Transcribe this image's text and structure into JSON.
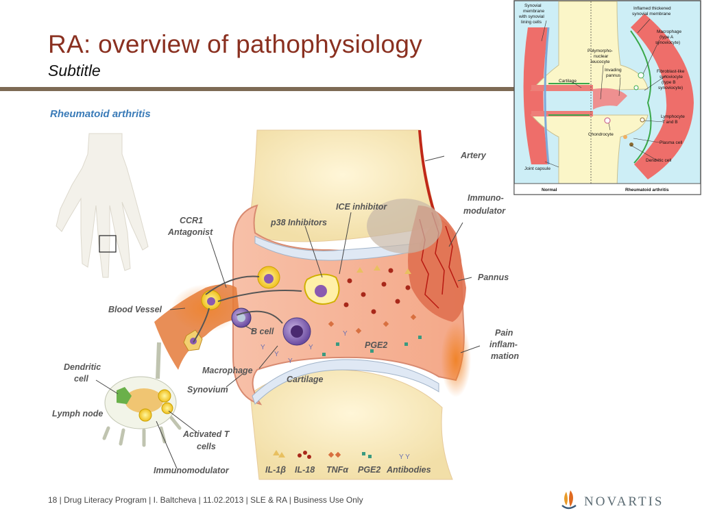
{
  "slide": {
    "title": "RA: overview of pathophysiology",
    "subtitle": "Subtitle"
  },
  "main_figure": {
    "heading": "Rheumatoid arthritis",
    "labels": {
      "artery": "Artery",
      "ice_inhibitor": "ICE inhibitor",
      "p38_inhibitors": "p38 Inhibitors",
      "ccr1_line1": "CCR1",
      "ccr1_line2": "Antagonist",
      "immuno_line1": "Immuno-",
      "immuno_line2": "modulator",
      "pannus": "Pannus",
      "blood_vessel": "Blood Vessel",
      "b_cell": "B cell",
      "pge2": "PGE2",
      "pain_line1": "Pain",
      "pain_line2": "inflam-",
      "pain_line3": "mation",
      "dendritic_line1": "Dendritic",
      "dendritic_line2": "cell",
      "macrophage": "Macrophage",
      "cartilage": "Cartilage",
      "synovium": "Synovium",
      "lymph_node": "Lymph node",
      "activated_line1": "Activated T",
      "activated_line2": "cells",
      "immunomodulator": "Immunomodulator"
    },
    "legend": [
      "IL-1β",
      "IL-18",
      "TNFα",
      "PGE2",
      "Antibodies"
    ]
  },
  "inset_figure": {
    "labels": {
      "synovial_line1": "Synovial",
      "synovial_line2": "membrane",
      "synovial_line3": "with synovial",
      "synovial_line4": "lining cells",
      "inflamed_line1": "Inflamed thickened",
      "inflamed_line2": "synovial membrane",
      "macrophage_line1": "Macrophage",
      "macrophage_line2": "(type A",
      "macrophage_line3": "synoviocyte)",
      "poly_line1": "Polymorpho-",
      "poly_line2": "nuclear",
      "poly_line3": "leucocyte",
      "invading_line1": "Invading",
      "invading_line2": "pannus",
      "fibro_line1": "Fibroblast-like",
      "fibro_line2": "synoviocyte",
      "fibro_line3": "(type B",
      "fibro_line4": "synoviocyte)",
      "cartilage": "Cartilage",
      "lympho_line1": "Lymphocyte",
      "lympho_line2": "T and B",
      "chondrocyte": "Chondrocyte",
      "plasma": "Plasma cell",
      "dendritic": "Dendritic cell",
      "joint_capsule": "Joint capsule",
      "normal": "Normal",
      "ra": "Rheumatoid arthritis"
    }
  },
  "footer": {
    "text": "18 | Drug Literacy Program | I. Baltcheva | 11.02.2013 | SLE & RA | Business Use Only"
  },
  "logo": {
    "text": "NOVARTIS"
  }
}
